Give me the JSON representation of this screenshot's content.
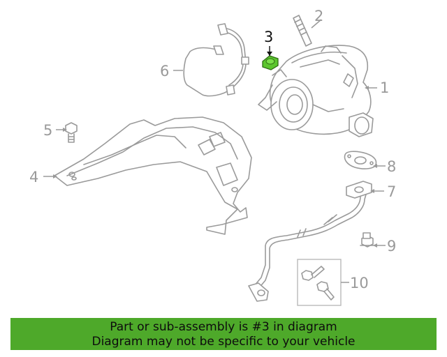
{
  "diagram": {
    "highlight_color": "#4ea92a",
    "line_color": "#9a9a9a",
    "callouts": [
      {
        "label": "1",
        "part": "turbocharger"
      },
      {
        "label": "2",
        "part": "stud"
      },
      {
        "label": "3",
        "part": "nut",
        "highlighted": true
      },
      {
        "label": "4",
        "part": "heat-shield"
      },
      {
        "label": "5",
        "part": "bolt"
      },
      {
        "label": "6",
        "part": "feed-line"
      },
      {
        "label": "7",
        "part": "return-line"
      },
      {
        "label": "8",
        "part": "gasket"
      },
      {
        "label": "9",
        "part": "bolt"
      },
      {
        "label": "10",
        "part": "bolt-kit"
      }
    ]
  },
  "banner": {
    "line1": "Part or sub-assembly is #3 in diagram",
    "line2": "Diagram may not be specific to your vehicle",
    "color": "#4ea92a"
  }
}
